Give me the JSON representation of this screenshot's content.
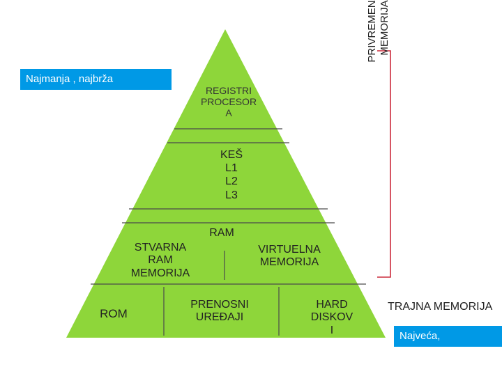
{
  "colors": {
    "pyramid_fill": "#8ed63a",
    "divider": "#4a4a4a",
    "bracket": "#cc2b3c",
    "label_box": "#0099e6",
    "label_text": "#ffffff"
  },
  "top_label": "Najmanja , najbrža",
  "bottom_label": "Najveća,",
  "bracket_label": {
    "line1": "PRIVREMENA",
    "line2": "MEMORIJA"
  },
  "right_label": "TRAJNA MEMORIJA",
  "levels": {
    "registers": [
      "REGISTRI",
      "PROCESOR",
      "A"
    ],
    "cache": [
      "KEŠ",
      "L1",
      "L2",
      "L3"
    ],
    "ram": "RAM",
    "physical_ram": [
      "STVARNA",
      "RAM",
      "MEMORIJA"
    ],
    "virtual_memory": [
      "VIRTUELNA",
      "MEMORIJA"
    ],
    "rom": "ROM",
    "removable": [
      "PRENOSNI",
      "UREĐAJI"
    ],
    "hard_disk": [
      "HARD",
      "DISKOV",
      "I"
    ]
  }
}
